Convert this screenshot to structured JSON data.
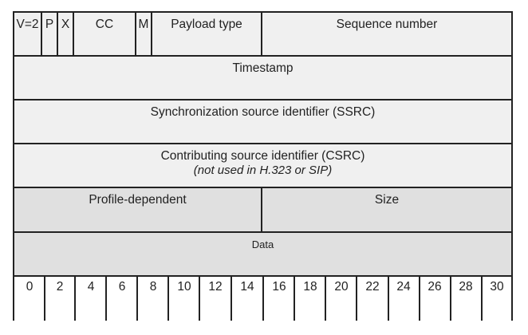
{
  "header_fields": {
    "version": "V=2",
    "padding": "P",
    "extension": "X",
    "csrc_count": "CC",
    "marker": "M",
    "payload_type": "Payload type",
    "sequence_number": "Sequence number"
  },
  "rows": {
    "timestamp": "Timestamp",
    "ssrc": "Synchronization source identifier (SSRC)",
    "csrc": "Contributing source identifier (CSRC)",
    "csrc_note": "(not used in H.323 or SIP)",
    "profile_dependent": "Profile-dependent",
    "size": "Size",
    "data": "Data"
  },
  "bit_scale": [
    "0",
    "2",
    "4",
    "6",
    "8",
    "10",
    "12",
    "14",
    "16",
    "18",
    "20",
    "22",
    "24",
    "26",
    "28",
    "30"
  ],
  "colors": {
    "line": "#222222",
    "header_fill": "#f0f0f0",
    "extension_fill": "#e0e0e0"
  }
}
